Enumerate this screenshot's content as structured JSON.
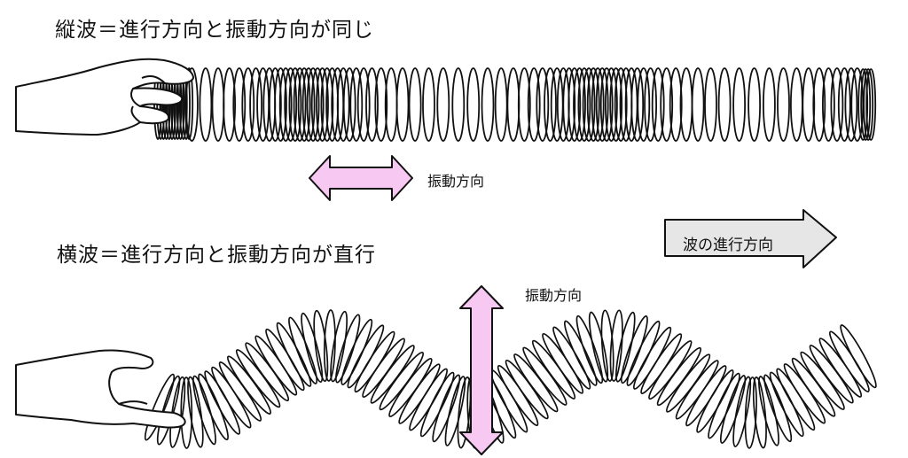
{
  "longitudinal": {
    "title": "縦波＝進行方向と振動方向が同じ",
    "vibration_label": "振動方向"
  },
  "transverse": {
    "title": "横波＝進行方向と振動方向が直行",
    "vibration_label": "振動方向"
  },
  "propagation": {
    "label": "波の進行方向"
  },
  "colors": {
    "vibration_arrow_fill": "#f6c8f2",
    "propagation_arrow_fill": "#e6e6e6",
    "stroke": "#111111"
  },
  "icons": [
    "hand-left-top",
    "hand-left-bottom",
    "slinky-spring-compressed",
    "slinky-spring-wavy",
    "double-arrow-horizontal",
    "double-arrow-vertical",
    "arrow-right"
  ]
}
